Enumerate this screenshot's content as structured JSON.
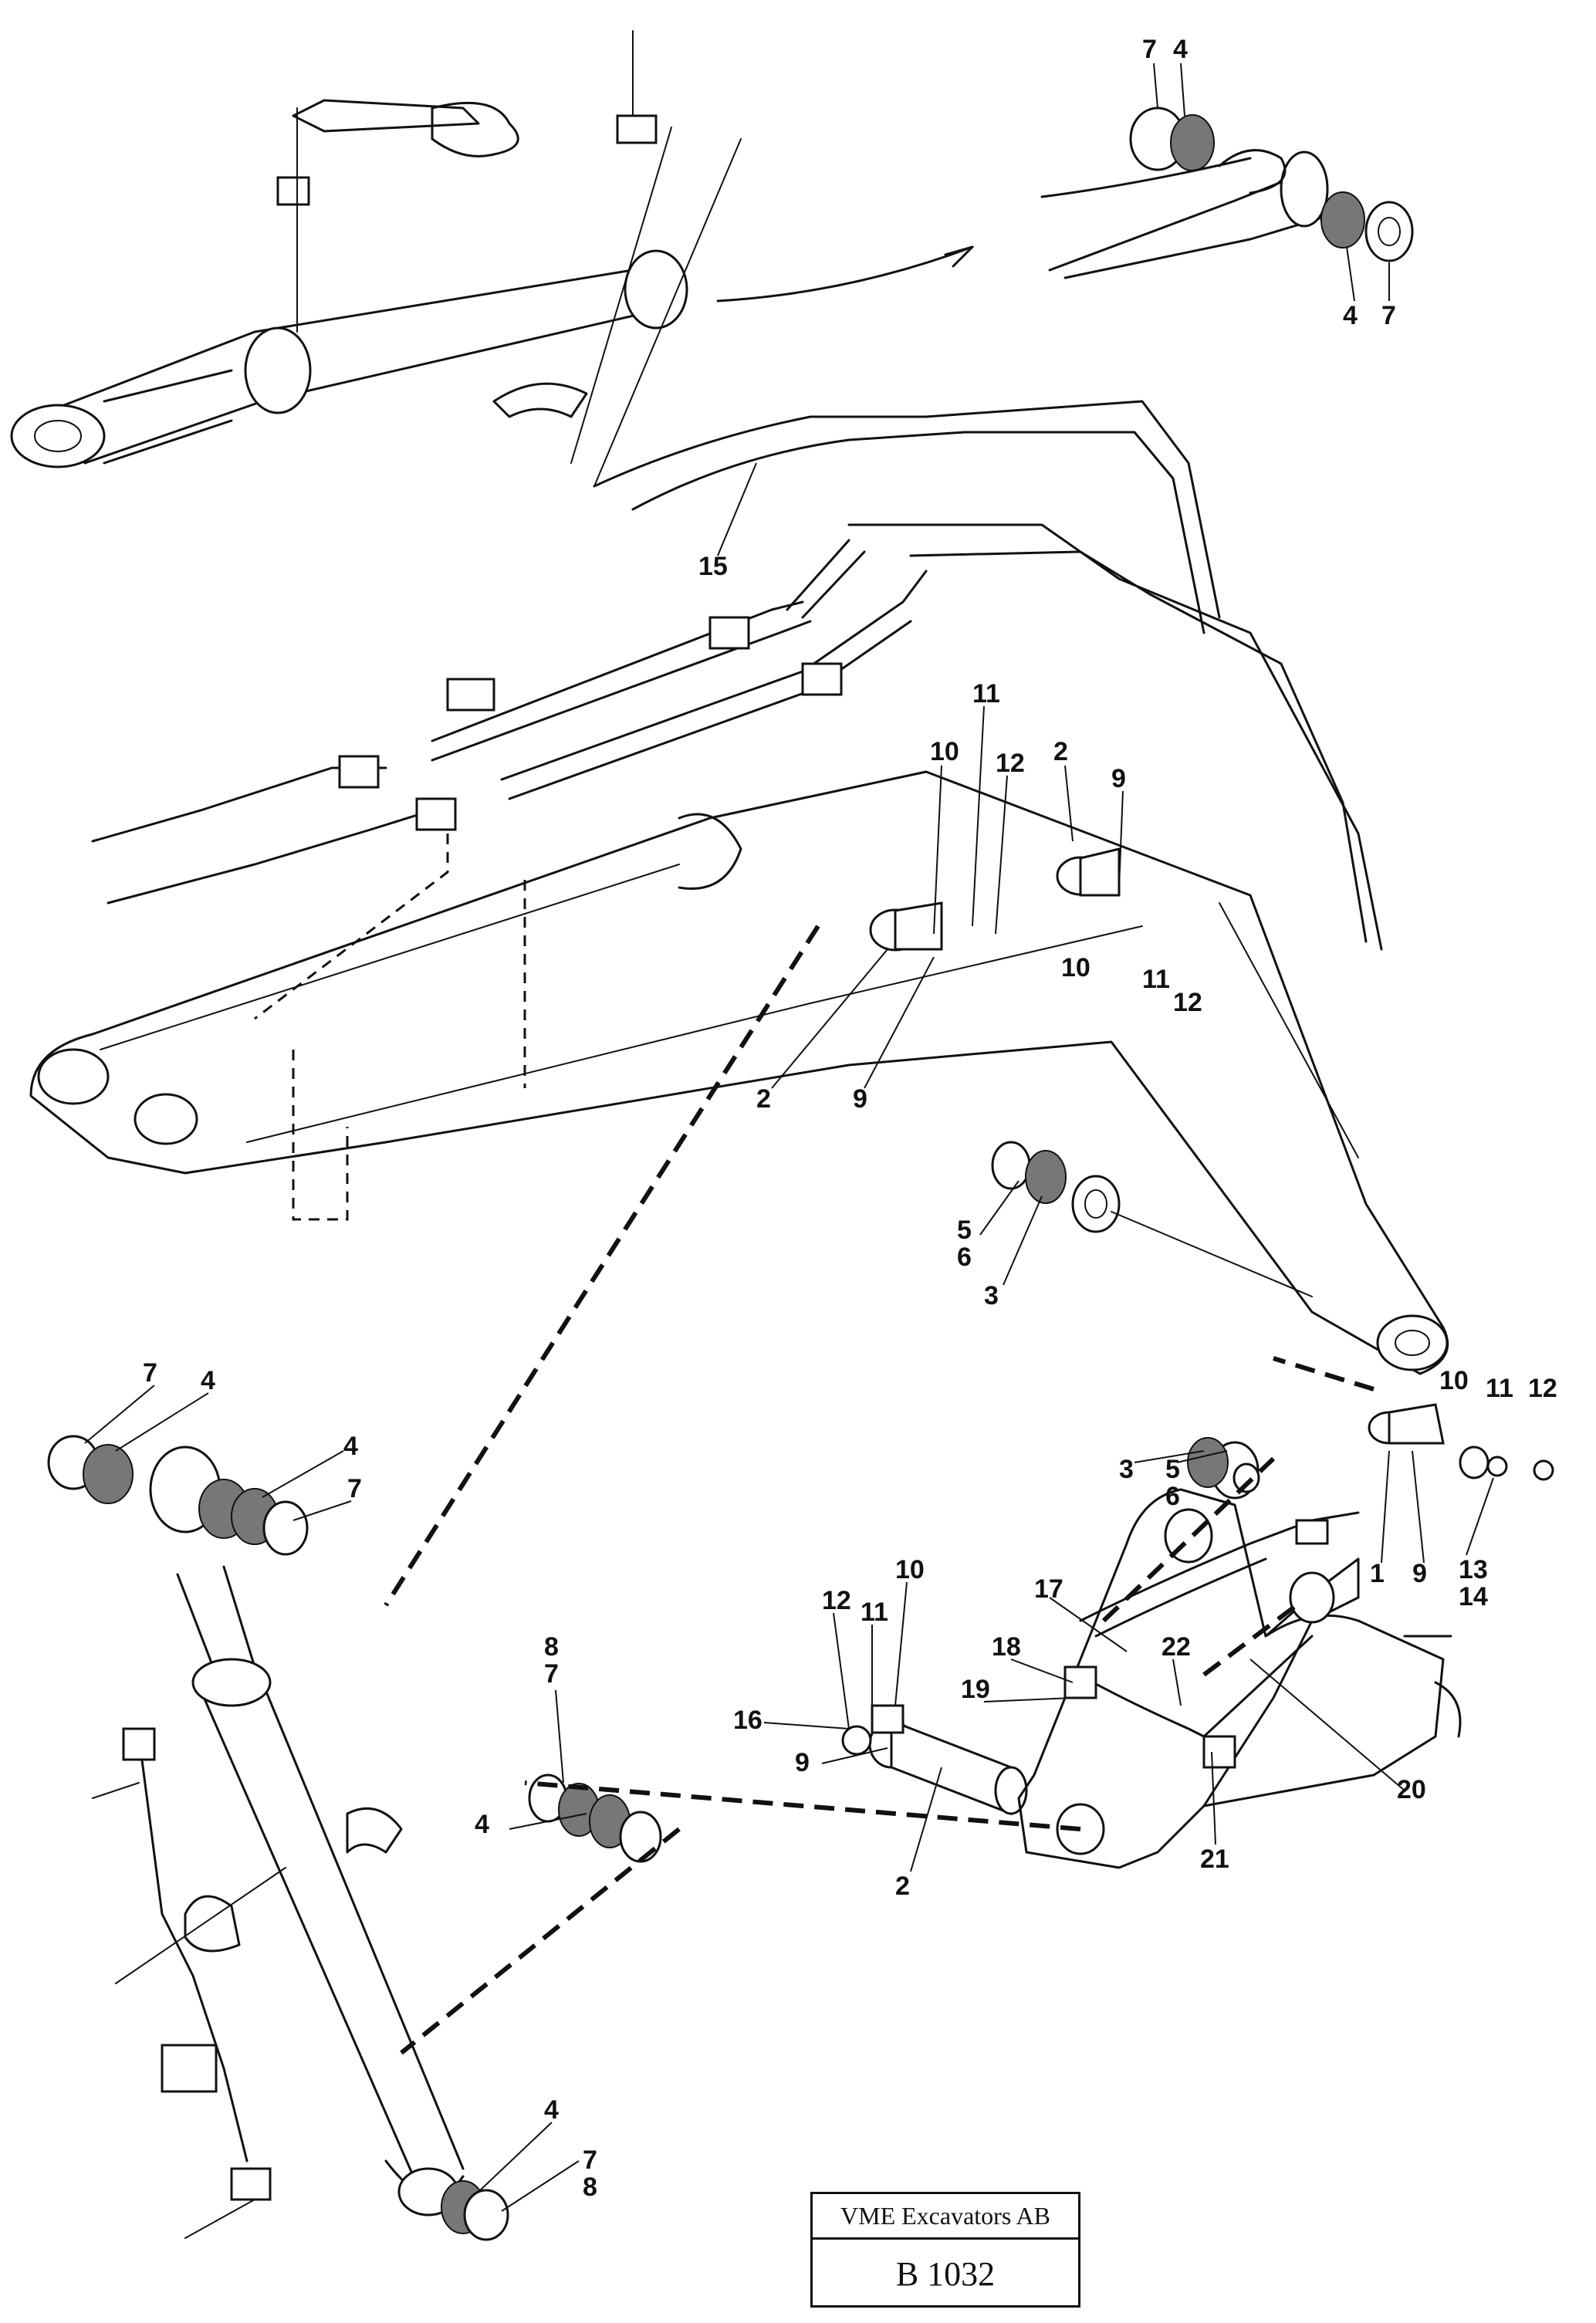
{
  "title_block": {
    "company": "VME Excavators AB",
    "drawing_number": "B 1032"
  },
  "callouts": [
    "1",
    "2",
    "3",
    "4",
    "5",
    "6",
    "7",
    "8",
    "9",
    "10",
    "11",
    "12",
    "13",
    "14",
    "15",
    "16",
    "17",
    "18",
    "19",
    "20",
    "21",
    "22"
  ]
}
